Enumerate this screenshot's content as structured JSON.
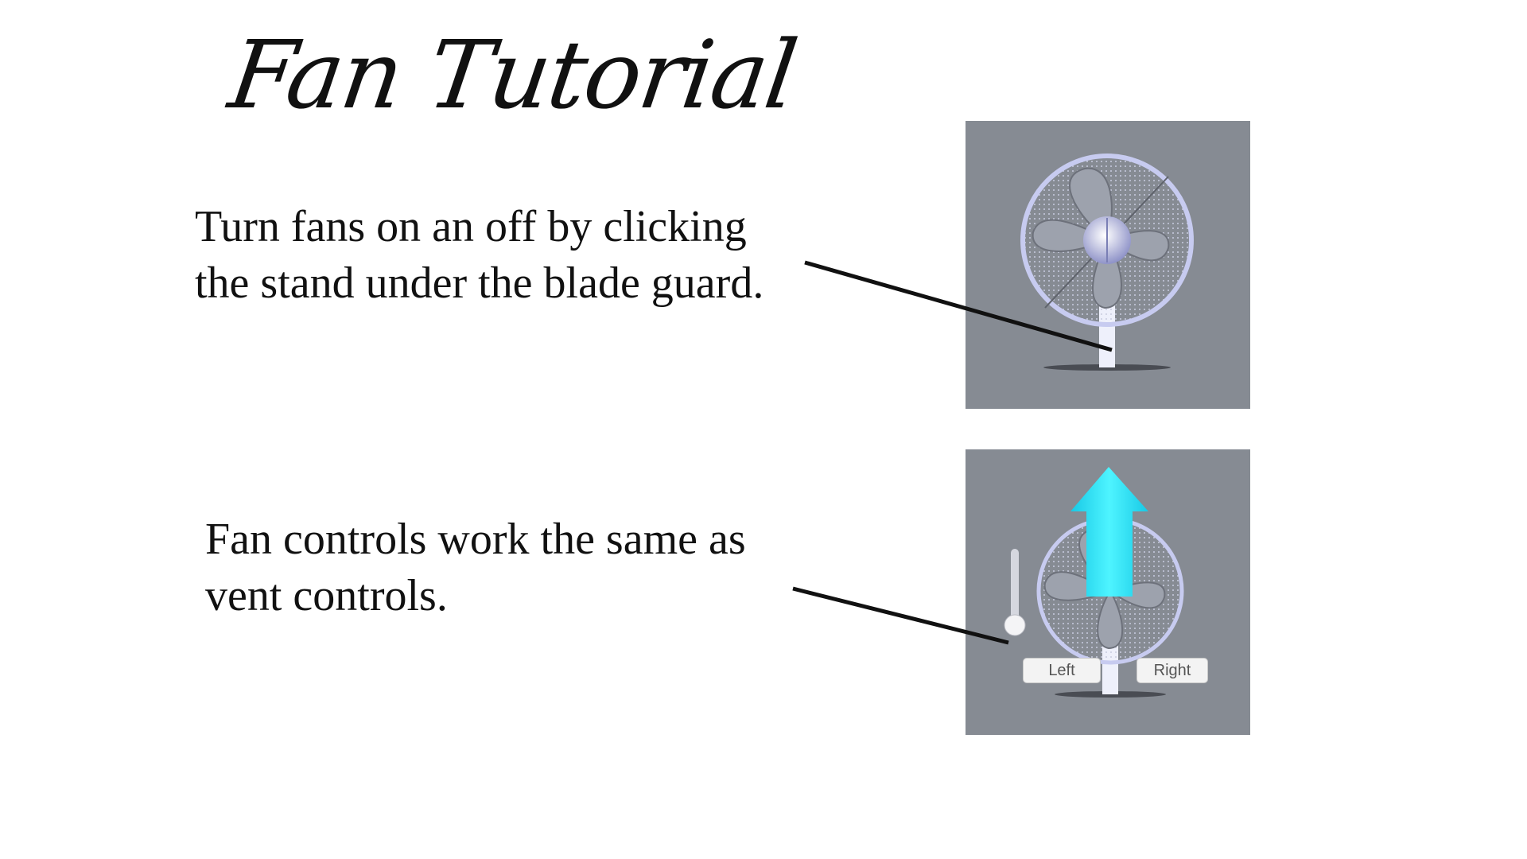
{
  "title": "Fan Tutorial",
  "instructions": [
    {
      "text": "Turn fans on an off by clicking\nthe stand under the blade guard."
    },
    {
      "text": "Fan controls work the same as\nvent controls."
    }
  ],
  "controls": {
    "left_label": "Left",
    "right_label": "Right"
  },
  "colors": {
    "panel": "#868b93",
    "arrow": "#22e0f2",
    "fan": "#e8ecf7"
  },
  "icons": [
    "fan-icon",
    "up-arrow-icon",
    "slider-icon"
  ]
}
